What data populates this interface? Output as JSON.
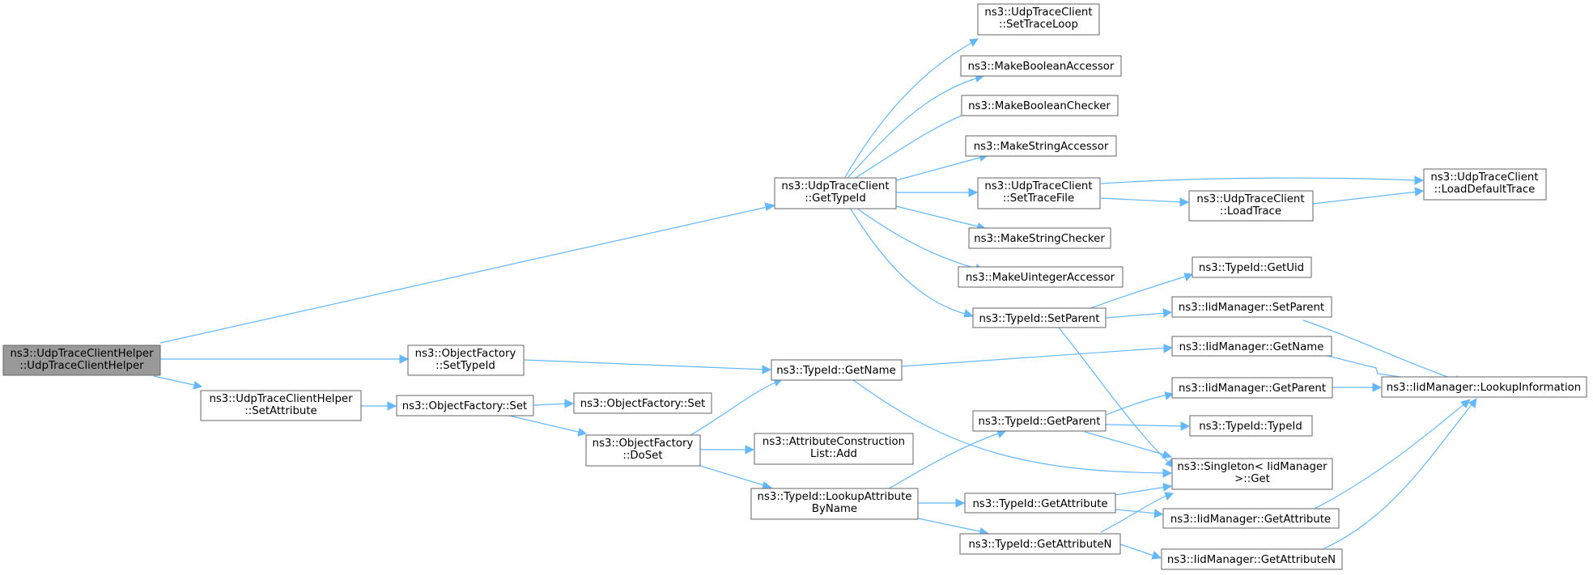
{
  "colors": {
    "edge": "#63b8ff",
    "node_border": "#666666",
    "root_fill": "#999999",
    "node_fill": "#ffffff"
  },
  "nodes": {
    "n_root": [
      "ns3::UdpTraceClientHelper",
      "::UdpTraceClientHelper"
    ],
    "n_gettypeid": [
      "ns3::UdpTraceClient",
      "::GetTypeId"
    ],
    "n_of_settypeid": [
      "ns3::ObjectFactory",
      "::SetTypeId"
    ],
    "n_helper_setattr": [
      "ns3::UdpTraceClientHelper",
      "::SetAttribute"
    ],
    "n_settraceloop": [
      "ns3::UdpTraceClient",
      "::SetTraceLoop"
    ],
    "n_mkboolacc": [
      "ns3::MakeBooleanAccessor"
    ],
    "n_mkboolchk": [
      "ns3::MakeBooleanChecker"
    ],
    "n_mkstracc": [
      "ns3::MakeStringAccessor"
    ],
    "n_settracefile": [
      "ns3::UdpTraceClient",
      "::SetTraceFile"
    ],
    "n_mkstrchk": [
      "ns3::MakeStringChecker"
    ],
    "n_mkuintacc": [
      "ns3::MakeUintegerAccessor"
    ],
    "n_setparent": [
      "ns3::TypeId::SetParent"
    ],
    "n_loaddefault": [
      "ns3::UdpTraceClient",
      "::LoadDefaultTrace"
    ],
    "n_loadtrace": [
      "ns3::UdpTraceClient",
      "::LoadTrace"
    ],
    "n_getuid": [
      "ns3::TypeId::GetUid"
    ],
    "n_iid_setparent": [
      "ns3::IidManager::SetParent"
    ],
    "n_iid_getname": [
      "ns3::IidManager::GetName"
    ],
    "n_getname": [
      "ns3::TypeId::GetName"
    ],
    "n_lookupinfo": [
      "ns3::IidManager::LookupInformation"
    ],
    "n_iid_getparent": [
      "ns3::IidManager::GetParent"
    ],
    "n_of_set": [
      "ns3::ObjectFactory::Set"
    ],
    "n_of_set2": [
      "ns3::ObjectFactory::Set"
    ],
    "n_tid_getparent": [
      "ns3::TypeId::GetParent"
    ],
    "n_tid_typeid": [
      "ns3::TypeId::TypeId"
    ],
    "n_of_doset": [
      "ns3::ObjectFactory",
      "::DoSet"
    ],
    "n_acl_add": [
      "ns3::AttributeConstruction",
      "List::Add"
    ],
    "n_singleton": [
      "ns3::Singleton< IidManager",
      ">::Get"
    ],
    "n_lookupattr": [
      "ns3::TypeId::LookupAttribute",
      "ByName"
    ],
    "n_tid_getattr": [
      "ns3::TypeId::GetAttribute"
    ],
    "n_iid_getattr": [
      "ns3::IidManager::GetAttribute"
    ],
    "n_tid_getattrn": [
      "ns3::TypeId::GetAttributeN"
    ],
    "n_iid_getattrn": [
      "ns3::IidManager::GetAttributeN"
    ]
  }
}
